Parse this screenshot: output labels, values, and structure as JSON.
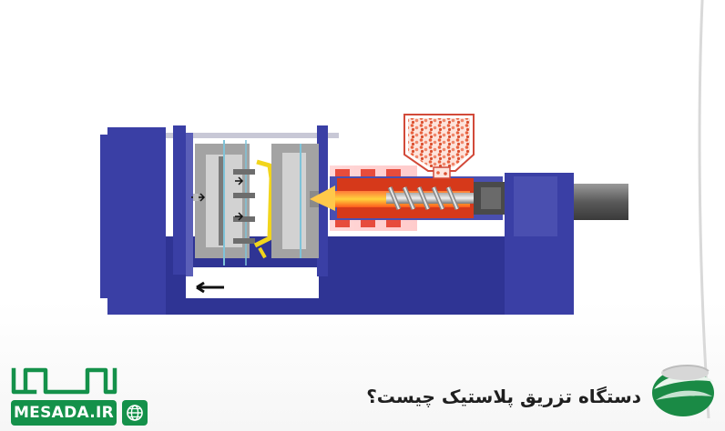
{
  "header": {
    "title": "دستگاه تزریق پلاستیک چیست؟"
  },
  "brand": {
    "name": "MESADA.IR",
    "logo_icon": "mesada-wordmark-icon",
    "globe_icon": "globe-icon",
    "badge_icon": "mesada-leaf-icon",
    "primary_color": "#14914a"
  },
  "illustration": {
    "icon": "injection-molding-machine-diagram",
    "colors": {
      "frame": "#3a3ea3",
      "hot_barrel": "#e3421a",
      "plastic_pellets": "#f08a6a",
      "molded_part": "#f2d51c",
      "mold": "#9c9c9c"
    }
  }
}
